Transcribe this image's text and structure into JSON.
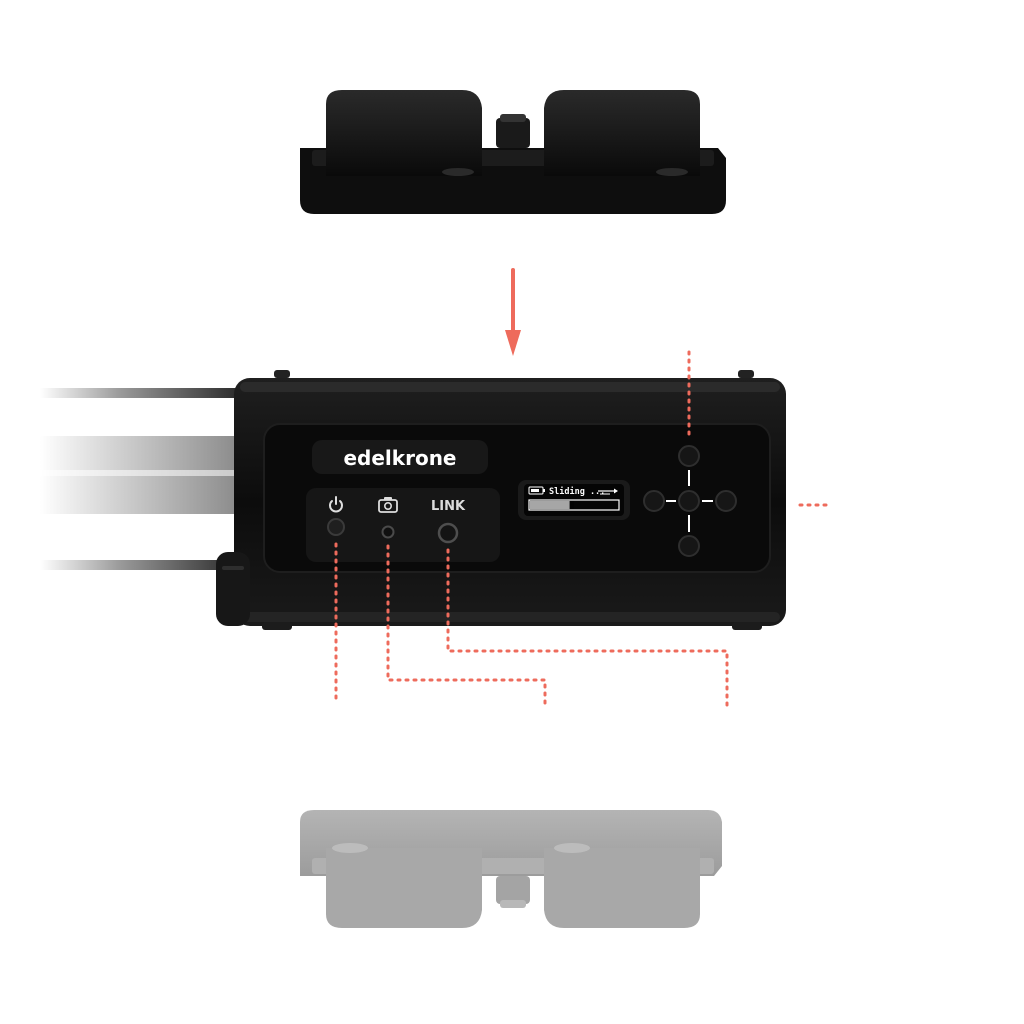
{
  "device": {
    "brand": "edelkrone",
    "buttons": {
      "power_icon": "power-icon",
      "camera_icon": "camera-icon",
      "link_label": "LINK"
    },
    "screen": {
      "status_text": "Sliding ...",
      "progress": 0.45
    }
  },
  "colors": {
    "accent": "#ee6b5c",
    "body": "#111111",
    "faded_plate": "#a6a6a6"
  }
}
